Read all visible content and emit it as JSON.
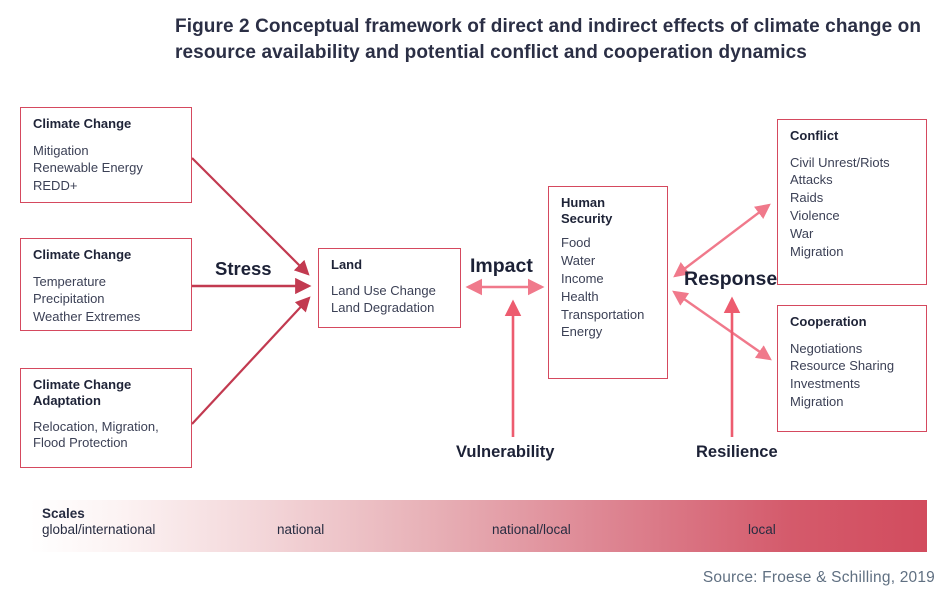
{
  "figure": {
    "title": "Figure 2 Conceptual framework of direct and indirect effects of climate change on resource availability and potential conflict and cooperation dynamics",
    "source": "Source: Froese & Schilling, 2019"
  },
  "boxes": {
    "mitigation": {
      "title": "Climate Change",
      "items": [
        "Mitigation",
        "Renewable Energy",
        "REDD+"
      ]
    },
    "stressors": {
      "title": "Climate Change",
      "items": [
        "Temperature",
        "Precipitation",
        "Weather Extremes"
      ]
    },
    "adaptation": {
      "title": "Climate Change Adaptation",
      "items": [
        "Relocation, Migration, Flood Protection"
      ]
    },
    "land": {
      "title": "Land",
      "items": [
        "Land Use Change",
        "Land Degradation"
      ]
    },
    "human_security": {
      "title": "Human Security",
      "items": [
        "Food",
        "Water",
        "Income",
        "Health",
        "Transportation",
        "Energy"
      ]
    },
    "conflict": {
      "title": "Conflict",
      "items": [
        "Civil Unrest/Riots",
        "Attacks",
        "Raids",
        "Violence",
        "War",
        "Migration"
      ]
    },
    "cooperation": {
      "title": "Cooperation",
      "items": [
        "Negotiations",
        "Resource Sharing",
        "Investments",
        "Migration"
      ]
    }
  },
  "labels": {
    "stress": "Stress",
    "impact": "Impact",
    "response": "Response",
    "vulnerability": "Vulnerability",
    "resilience": "Resilience"
  },
  "scale_bar": {
    "title": "Scales",
    "levels": [
      "global/international",
      "national",
      "national/local",
      "local"
    ]
  },
  "colors": {
    "arrow_dark": "#c23a50",
    "arrow_light": "#f0798b",
    "arrow_medium": "#ed5c6f",
    "box_border": "#d5495e",
    "heading_text": "#2b2f45",
    "scale_bar_end": "#d24c5e",
    "source_text": "#607082"
  }
}
